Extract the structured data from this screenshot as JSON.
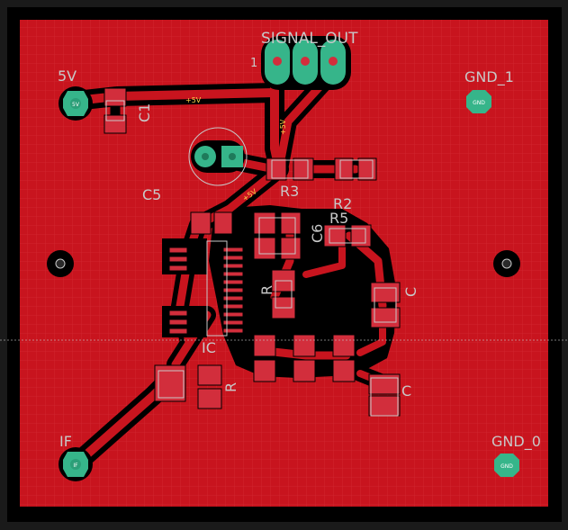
{
  "colors": {
    "background": "#1a1a1a",
    "board_edge": "#3a3a3a",
    "copper": "#c8141e",
    "copper_dark": "#8e0d14",
    "trace": "#c8141e",
    "clearance": "#000000",
    "pad_green": "#36b58a",
    "pad_red": "#d22e3c",
    "silkscreen": "#c8c8c8",
    "grid": "#e04a52",
    "net_label": "#ffd24a"
  },
  "components": {
    "connector_label": "SIGNAL_OUT",
    "connector_pin1": "1",
    "pad_5v": "5V",
    "pad_gnd1": "GND_1",
    "pad_in": "IF",
    "pad_gnd0": "GND_0",
    "c1": "C1",
    "c5": "C5",
    "r3": "R3",
    "r2": "R2",
    "r5": "R5",
    "c6": "C6",
    "ic": "IC",
    "r_a": "R",
    "r_b": "R",
    "c_a": "C",
    "c_b": "C",
    "pad_gnd_text": "GND",
    "pad_5v_text": "5V",
    "pad_if_text": "IF"
  },
  "nets": {
    "plus5v_a": "+5V",
    "plus5v_b": "+5V",
    "plus5v_c": "+5V"
  }
}
